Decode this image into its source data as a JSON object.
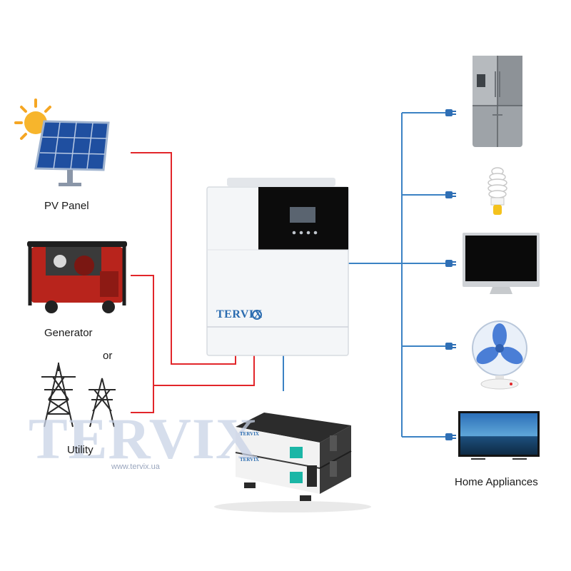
{
  "labels": {
    "pv_panel": "PV Panel",
    "generator": "Generator",
    "or": "or",
    "utility": "Utility",
    "home_appliances": "Home Appliances"
  },
  "inverter": {
    "brand": "TERVIX"
  },
  "battery": {
    "brand_top": "TERVIX",
    "brand_bottom": "TERVIX"
  },
  "watermark": {
    "text": "TERVIX",
    "url": "www.tervix.ua"
  },
  "colors": {
    "ac_line": "#e2262a",
    "load_line": "#3b82c4",
    "accent": "#2b6cb0"
  },
  "icons": [
    "sun-icon",
    "solar-panel-icon",
    "generator-icon",
    "transmission-tower-icon",
    "refrigerator-icon",
    "light-bulb-icon",
    "monitor-icon",
    "fan-icon",
    "tv-icon",
    "plug-icon"
  ]
}
